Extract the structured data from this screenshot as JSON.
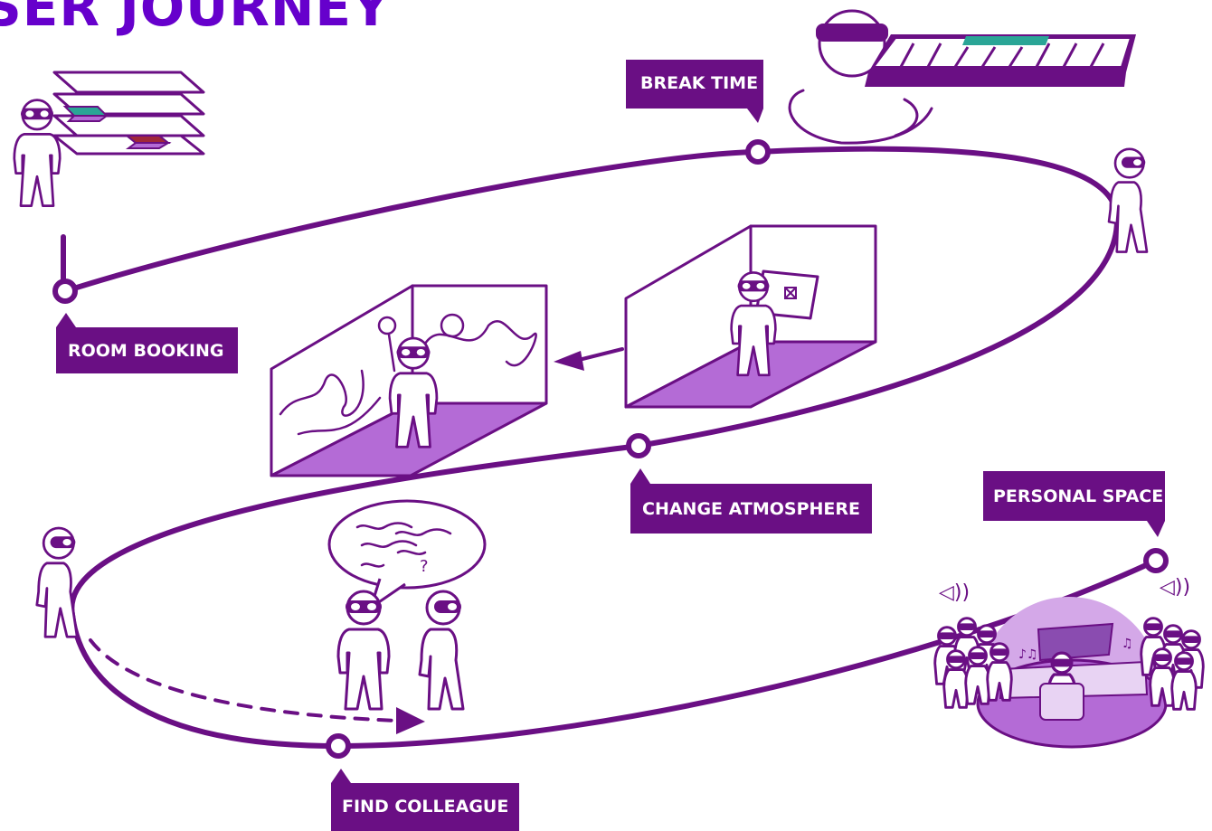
{
  "title": "SER JOURNEY",
  "stations": {
    "room_booking": "ROOM BOOKING",
    "break_time": "BREAK TIME",
    "change_atmosphere": "CHANGE ATMOSPHERE",
    "personal_space": "PERSONAL SPACE",
    "find_colleague": "FIND COLLEAGUE"
  },
  "colors": {
    "title": "#6600cc",
    "path": "#6a0f84",
    "label_bg": "#6a0f84",
    "accent_fill": "#b46bd6",
    "teal": "#2aa596",
    "red": "#a0283a"
  },
  "icons": [
    "speaker-icon",
    "arrow-icon",
    "music-note-icon",
    "question-mark-icon"
  ]
}
